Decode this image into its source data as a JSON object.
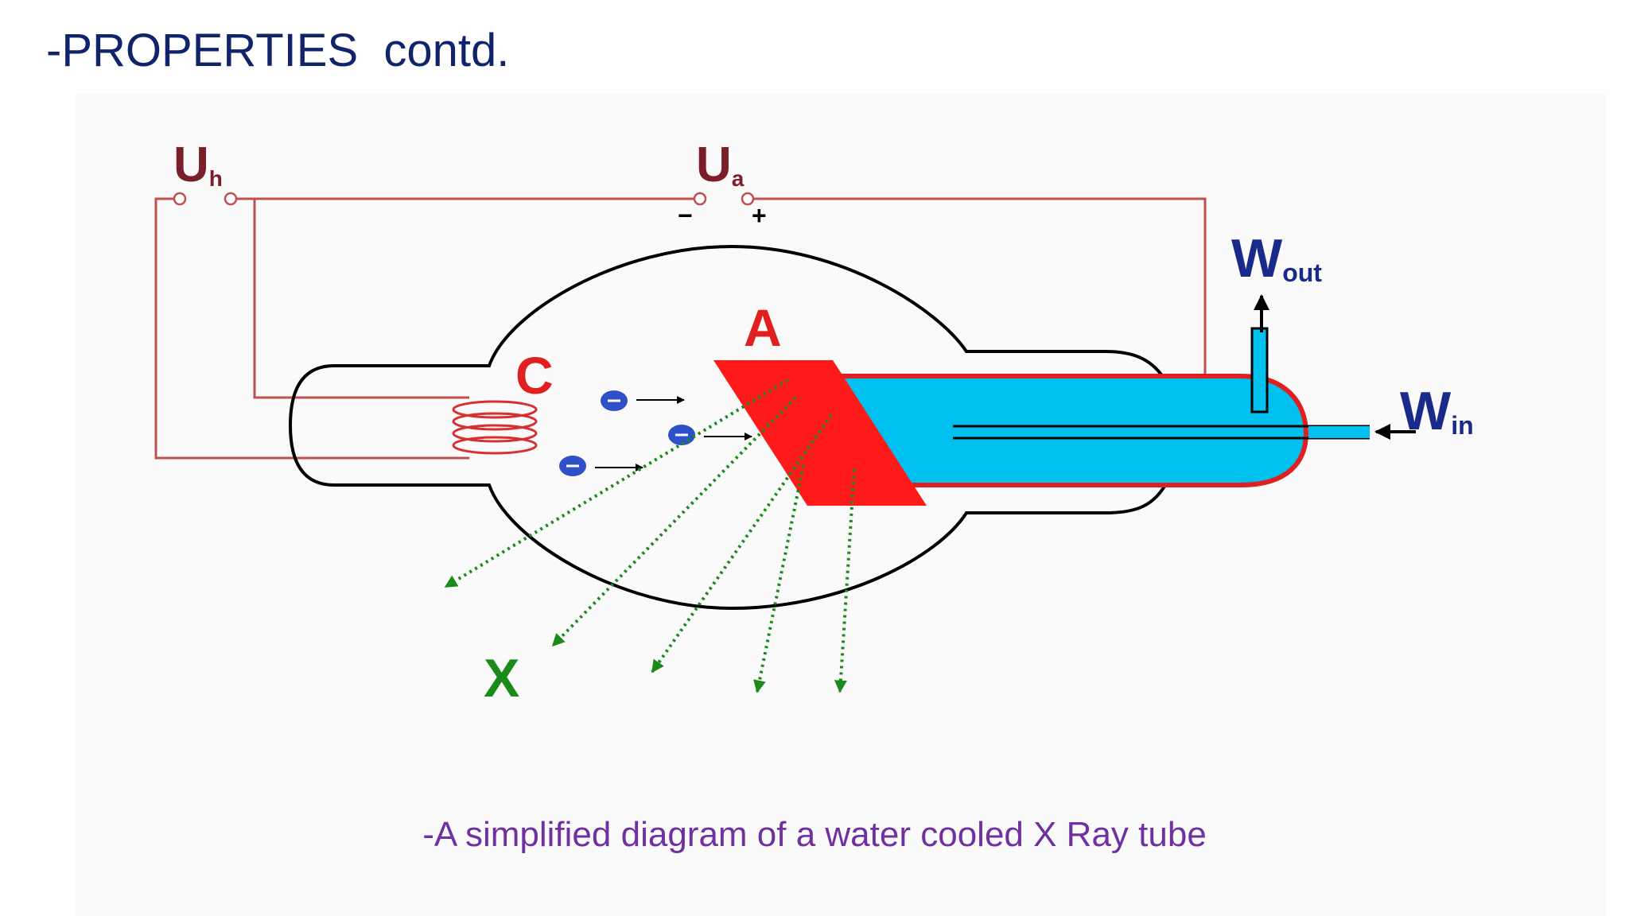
{
  "slide": {
    "title": "-PROPERTIES  contd.",
    "caption": "-A simplified diagram of a water cooled X Ray tube"
  },
  "diagram": {
    "labels": {
      "heater_voltage": {
        "main": "U",
        "sub": "h"
      },
      "anode_voltage": {
        "main": "U",
        "sub": "a"
      },
      "minus": "−",
      "plus": "+",
      "cathode": "C",
      "anode": "A",
      "water_out": {
        "main": "W",
        "sub": "out"
      },
      "water_in": {
        "main": "W",
        "sub": "in"
      },
      "xray": "X"
    },
    "colors": {
      "title": "#10236b",
      "caption": "#7030a0",
      "circuit_wire": "#c0504d",
      "anode": "#ff1a1a",
      "coolant": "#00c0f0",
      "electron": "#3050c8",
      "xray_arrows": "#1a8a1a",
      "water_label": "#1a2a8a"
    }
  }
}
